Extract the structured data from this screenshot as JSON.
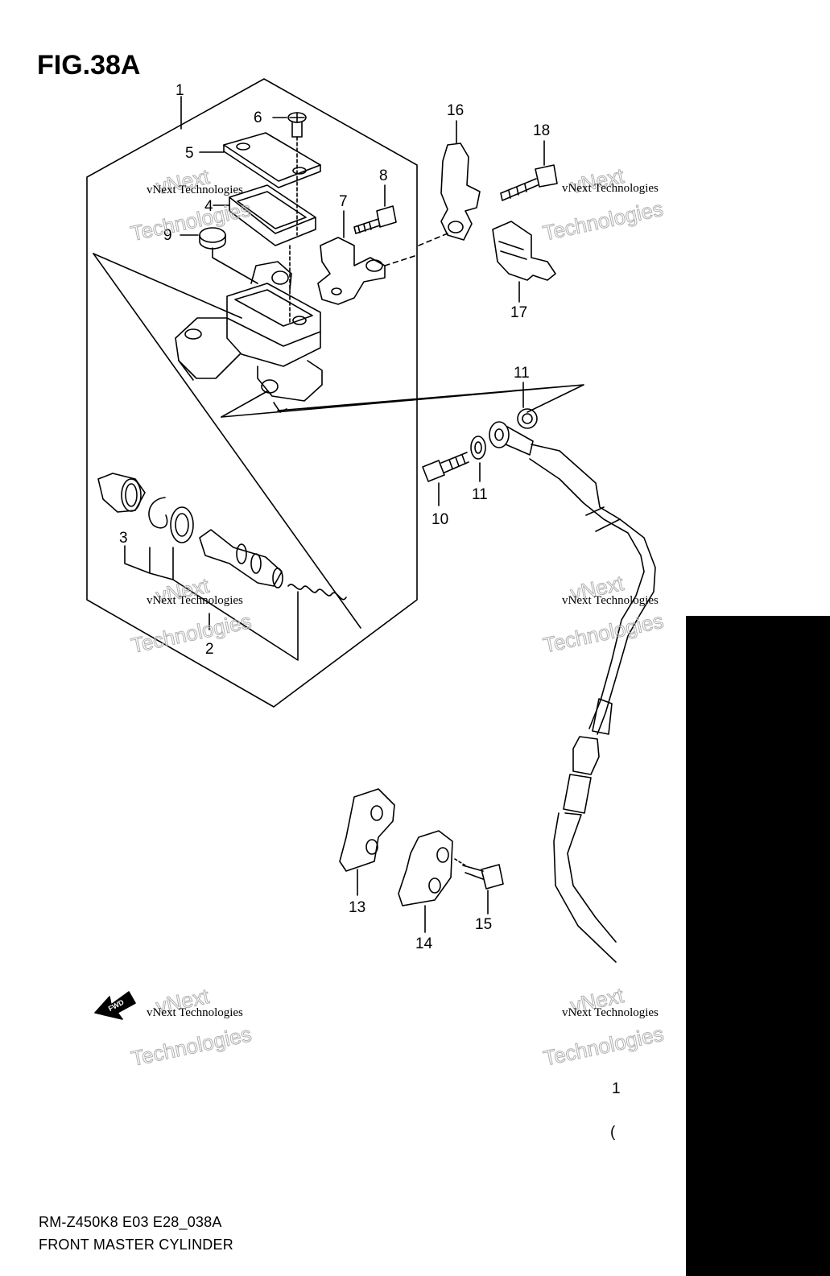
{
  "figure": {
    "title": "FIG.38A",
    "model_code": "RM-Z450K8 E03 E28_038A",
    "description": "FRONT MASTER CYLINDER"
  },
  "callouts": {
    "c1": "1",
    "c2": "2",
    "c3": "3",
    "c4": "4",
    "c5": "5",
    "c6": "6",
    "c7": "7",
    "c8": "8",
    "c9": "9",
    "c10": "10",
    "c11a": "11",
    "c11b": "11",
    "c13": "13",
    "c14": "14",
    "c15": "15",
    "c16": "16",
    "c17": "17",
    "c18": "18"
  },
  "fwd_label": "FWD",
  "watermark": {
    "line1": "vNext Technologies",
    "line2": "Technologies",
    "line3": "vNext"
  },
  "partial_text": {
    "p1": "1",
    "p2": "("
  }
}
